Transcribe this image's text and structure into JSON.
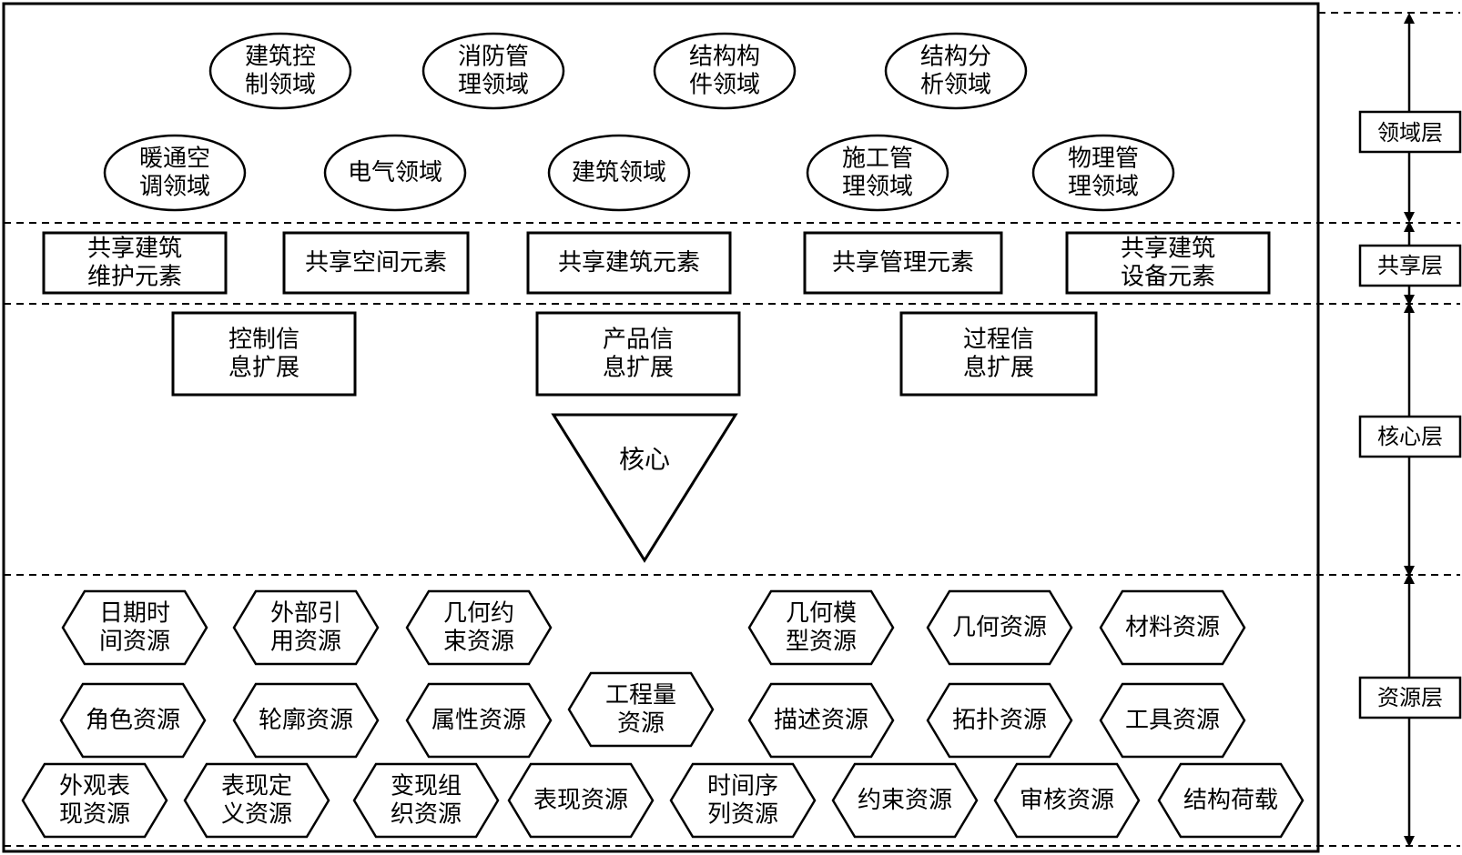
{
  "layers": [
    {
      "key": "domain",
      "label": "领域层"
    },
    {
      "key": "shared",
      "label": "共享层"
    },
    {
      "key": "core",
      "label": "核心层"
    },
    {
      "key": "resource",
      "label": "资源层"
    }
  ],
  "domain_nodes": [
    [
      "建筑控",
      "制领域"
    ],
    [
      "消防管",
      "理领域"
    ],
    [
      "结构构",
      "件领域"
    ],
    [
      "结构分",
      "析领域"
    ],
    [
      "暖通空",
      "调领域"
    ],
    [
      "电气领域"
    ],
    [
      "建筑领域"
    ],
    [
      "施工管",
      "理领域"
    ],
    [
      "物理管",
      "理领域"
    ]
  ],
  "shared_nodes": [
    [
      "共享建筑",
      "维护元素"
    ],
    [
      "共享空间元素"
    ],
    [
      "共享建筑元素"
    ],
    [
      "共享管理元素"
    ],
    [
      "共享建筑",
      "设备元素"
    ]
  ],
  "extension_nodes": [
    [
      "控制信",
      "息扩展"
    ],
    [
      "产品信",
      "息扩展"
    ],
    [
      "过程信",
      "息扩展"
    ]
  ],
  "core_label": "核心",
  "resource_nodes": [
    [
      "日期时",
      "间资源"
    ],
    [
      "外部引",
      "用资源"
    ],
    [
      "几何约",
      "束资源"
    ],
    [
      "几何模",
      "型资源"
    ],
    [
      "几何资源"
    ],
    [
      "材料资源"
    ],
    [
      "角色资源"
    ],
    [
      "轮廓资源"
    ],
    [
      "属性资源"
    ],
    [
      "工程量",
      "资源"
    ],
    [
      "描述资源"
    ],
    [
      "拓扑资源"
    ],
    [
      "工具资源"
    ],
    [
      "外观表",
      "现资源"
    ],
    [
      "表现定",
      "义资源"
    ],
    [
      "变现组",
      "织资源"
    ],
    [
      "表现资源"
    ],
    [
      "时间序",
      "列资源"
    ],
    [
      "约束资源"
    ],
    [
      "审核资源"
    ],
    [
      "结构荷载"
    ]
  ]
}
